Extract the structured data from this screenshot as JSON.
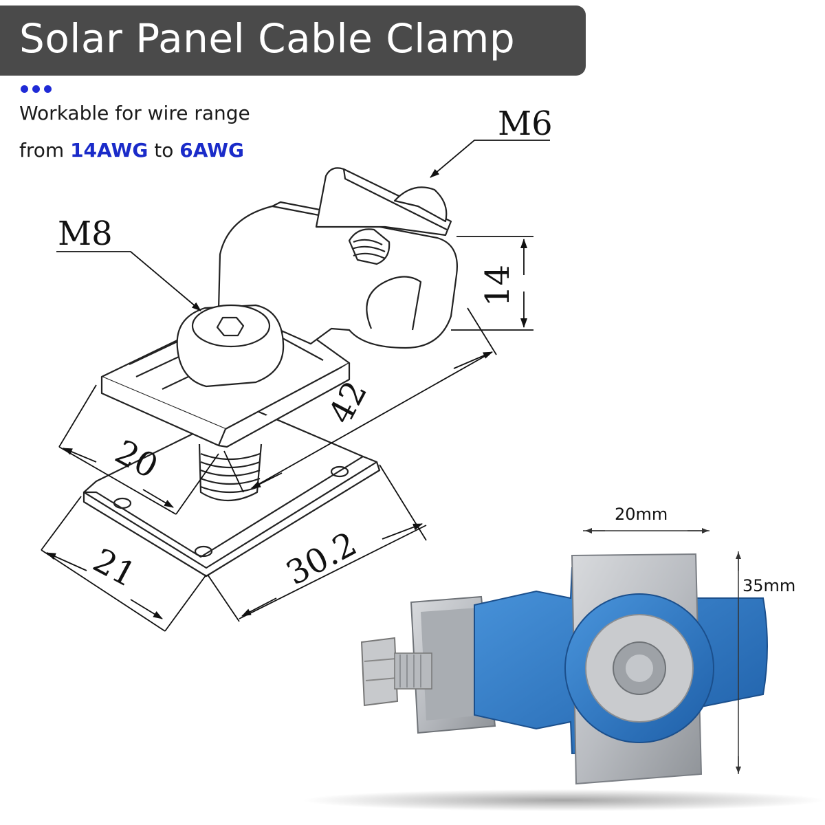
{
  "title": "Solar Panel Cable Clamp",
  "description": {
    "line1": "Workable for wire range",
    "line2_prefix": "from ",
    "wire_min": "14AWG",
    "line2_mid": " to ",
    "wire_max": "6AWG"
  },
  "dimension_labels": {
    "bolt_small": "M6",
    "bolt_large": "M8",
    "height": "14",
    "length": "42",
    "width_top": "20",
    "width_bottom": "21",
    "plate_length": "30.2"
  },
  "photo_labels": {
    "width": "20mm",
    "height": "35mm"
  },
  "colors": {
    "title_bg": "#4a4a4a",
    "accent_blue": "#1a2bc9",
    "clamp_blue": "#2f78c4",
    "metal": "#c8cace"
  }
}
